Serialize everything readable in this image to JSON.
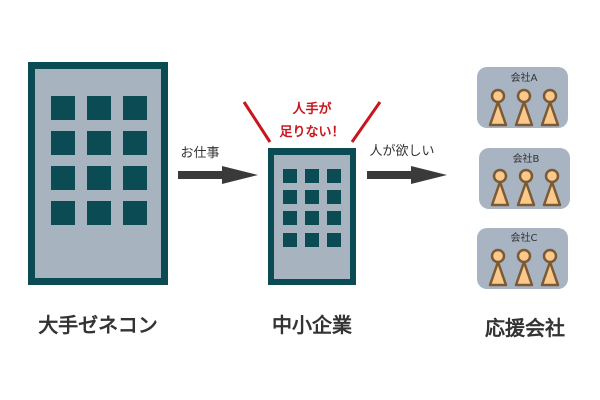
{
  "labels": {
    "general_contractor": "大手ゼネコン",
    "sme": "中小企業",
    "support_companies": "応援会社"
  },
  "arrows": {
    "work": "お仕事",
    "want_people": "人が欲しい"
  },
  "callout": {
    "line1": "人手が",
    "line2": "足りない！"
  },
  "companies": [
    {
      "name": "会社A",
      "people": 3
    },
    {
      "name": "会社B",
      "people": 3
    },
    {
      "name": "会社C",
      "people": 3
    }
  ],
  "colors": {
    "building_frame": "#0b4b53",
    "building_body": "#a7b3bf",
    "alert_red": "#c8161d",
    "person_fill": "#fdc98a",
    "person_stroke": "#7a5b36"
  }
}
